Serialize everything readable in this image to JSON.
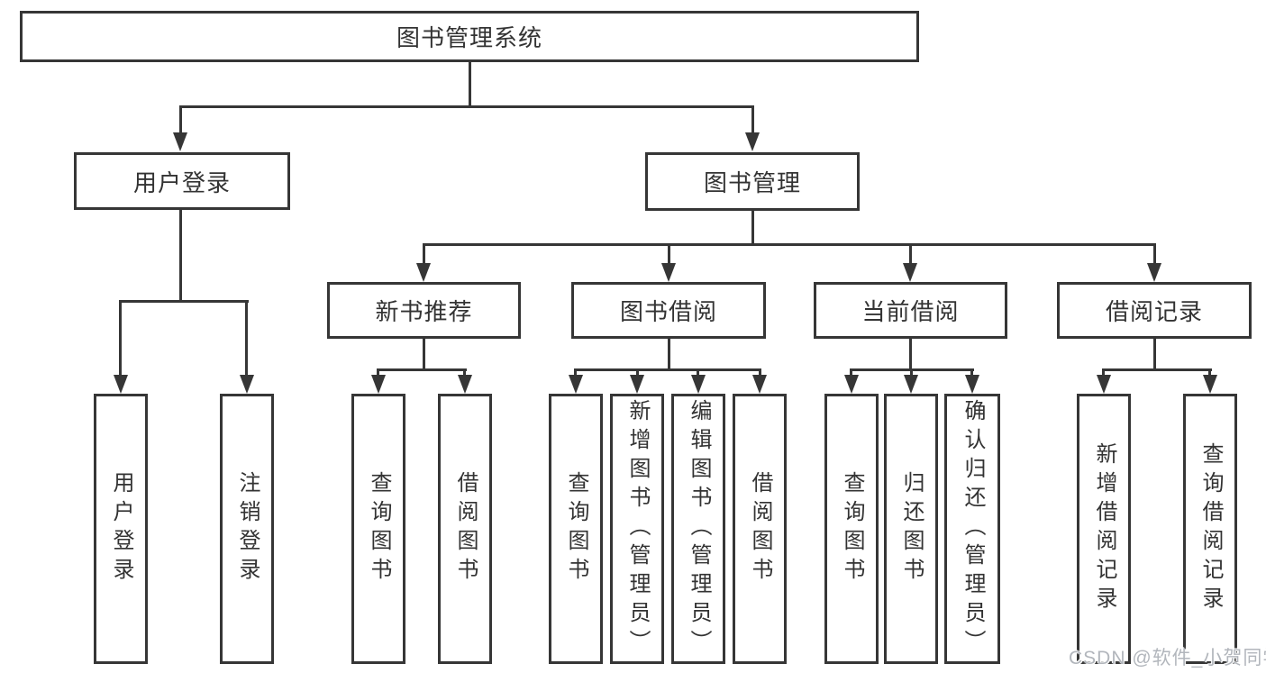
{
  "diagram": {
    "title": "图书管理系统",
    "root": "图书管理系统",
    "level1": [
      "用户登录",
      "图书管理"
    ],
    "level2": [
      "新书推荐",
      "图书借阅",
      "当前借阅",
      "借阅记录"
    ],
    "leaves_user_login": [
      "用户登录",
      "注销登录"
    ],
    "leaves_new_book": [
      "查询图书",
      "借阅图书"
    ],
    "leaves_book_borrow": [
      "查询图书",
      "新增图书（管理员）",
      "编辑图书（管理员）",
      "借阅图书"
    ],
    "leaves_current_borrow": [
      "查询图书",
      "归还图书",
      "确认归还（管理员）"
    ],
    "leaves_borrow_records": [
      "新增借阅记录",
      "查询借阅记录"
    ]
  },
  "watermark": {
    "text": "CSDN @软件_小贺同学"
  },
  "colors": {
    "line": "#363636",
    "text": "#333333",
    "background": "#ffffff",
    "watermark": "#b2b6bc"
  }
}
